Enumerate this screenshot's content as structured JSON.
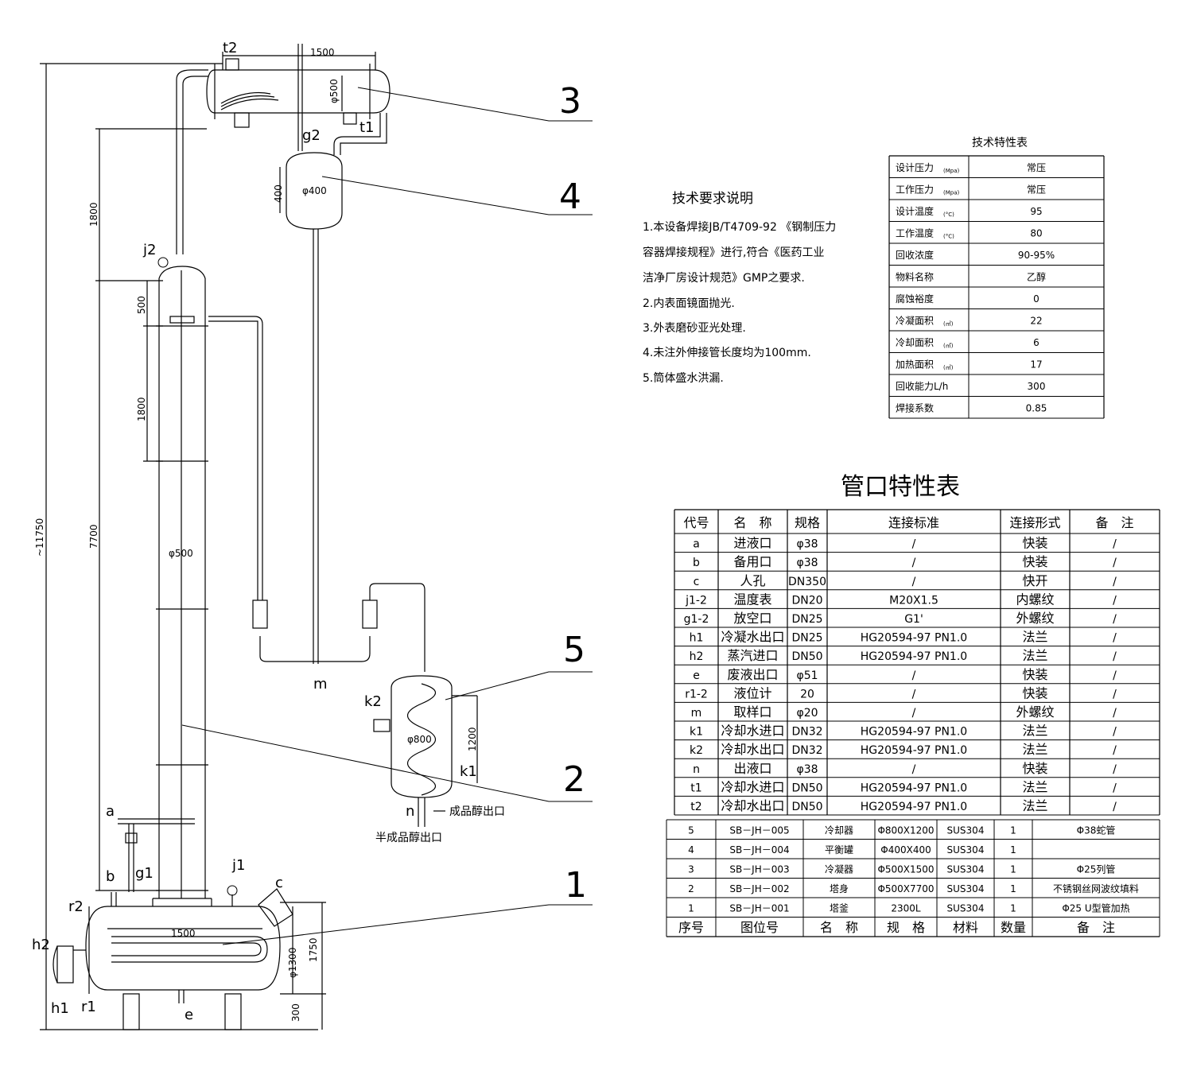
{
  "dims": {
    "overall_height": "~11750",
    "condenser_length": "1500",
    "condenser_dia": "φ500",
    "balance_tank_dia": "φ400",
    "balance_tank_height": "400",
    "column_dia": "φ500",
    "kettle_length": "1500",
    "kettle_dia": "φ1300",
    "kettle_height": "1750",
    "leg_height": "300",
    "cooler_dia": "φ800",
    "cooler_height": "1200",
    "d_1800_top": "1800",
    "d_500": "500",
    "d_1800_mid": "1800",
    "d_7700": "7700"
  },
  "nozzles": {
    "t2": "t2",
    "t1": "t1",
    "g2": "g2",
    "j2": "j2",
    "m": "m",
    "k2": "k2",
    "k1": "k1",
    "n": "n",
    "a": "a",
    "b": "b",
    "g1": "g1",
    "j1": "j1",
    "c": "c",
    "r2": "r2",
    "h2": "h2",
    "h1": "h1",
    "r1": "r1",
    "e": "e"
  },
  "outlet_labels": {
    "product": "成品醇出口",
    "semi_product": "半成品醇出口"
  },
  "callouts": [
    "1",
    "2",
    "3",
    "4",
    "5"
  ],
  "tech_requirements": {
    "title": "技术要求说明",
    "lines": [
      "1.本设备焊接JB/T4709-92 《钢制压力",
      "容器焊接规程》进行,符合《医药工业",
      "洁净厂房设计规范》GMP之要求.",
      "2.内表面镜面抛光.",
      "3.外表磨砂亚光处理.",
      "4.未注外伸接管长度均为100mm.",
      "5.筒体盛水洪漏."
    ]
  },
  "spec_table": {
    "title": "技术特性表",
    "rows": [
      {
        "name": "设计压力",
        "unit": "(Mpa)",
        "value": "常压"
      },
      {
        "name": "工作压力",
        "unit": "(Mpa)",
        "value": "常压"
      },
      {
        "name": "设计温度",
        "unit": "(°C)",
        "value": "95"
      },
      {
        "name": "工作温度",
        "unit": "(°C)",
        "value": "80"
      },
      {
        "name": "回收浓度",
        "unit": "",
        "value": "90-95%"
      },
      {
        "name": "物料名称",
        "unit": "",
        "value": "乙醇"
      },
      {
        "name": "腐蚀裕度",
        "unit": "",
        "value": "0"
      },
      {
        "name": "冷凝面积",
        "unit": "(㎡)",
        "value": "22"
      },
      {
        "name": "冷却面积",
        "unit": "(㎡)",
        "value": "6"
      },
      {
        "name": "加热面积",
        "unit": "(㎡)",
        "value": "17"
      },
      {
        "name": "回收能力L/h",
        "unit": "",
        "value": "300"
      },
      {
        "name": "焊接系数",
        "unit": "",
        "value": "0.85"
      }
    ]
  },
  "nozzle_table": {
    "title": "管口特性表",
    "headers": [
      "代号",
      "名　称",
      "规格",
      "连接标准",
      "连接形式",
      "备　注"
    ],
    "rows": [
      [
        "a",
        "进液口",
        "φ38",
        "/",
        "快装",
        "/"
      ],
      [
        "b",
        "备用口",
        "φ38",
        "/",
        "快装",
        "/"
      ],
      [
        "c",
        "人孔",
        "DN350",
        "/",
        "快开",
        "/"
      ],
      [
        "j1-2",
        "温度表",
        "DN20",
        "M20X1.5",
        "内螺纹",
        "/"
      ],
      [
        "g1-2",
        "放空口",
        "DN25",
        "G1'",
        "外螺纹",
        "/"
      ],
      [
        "h1",
        "冷凝水出口",
        "DN25",
        "HG20594-97 PN1.0",
        "法兰",
        "/"
      ],
      [
        "h2",
        "蒸汽进口",
        "DN50",
        "HG20594-97 PN1.0",
        "法兰",
        "/"
      ],
      [
        "e",
        "废液出口",
        "φ51",
        "/",
        "快装",
        "/"
      ],
      [
        "r1-2",
        "液位计",
        "20",
        "/",
        "快装",
        "/"
      ],
      [
        "m",
        "取样口",
        "φ20",
        "/",
        "外螺纹",
        "/"
      ],
      [
        "k1",
        "冷却水进口",
        "DN32",
        "HG20594-97 PN1.0",
        "法兰",
        "/"
      ],
      [
        "k2",
        "冷却水出口",
        "DN32",
        "HG20594-97 PN1.0",
        "法兰",
        "/"
      ],
      [
        "n",
        "出液口",
        "φ38",
        "/",
        "快装",
        "/"
      ],
      [
        "t1",
        "冷却水进口",
        "DN50",
        "HG20594-97 PN1.0",
        "法兰",
        "/"
      ],
      [
        "t2",
        "冷却水出口",
        "DN50",
        "HG20594-97 PN1.0",
        "法兰",
        "/"
      ]
    ]
  },
  "parts_list": {
    "headers": [
      "序号",
      "图位号",
      "名　称",
      "规　格",
      "材料",
      "数量",
      "备　注"
    ],
    "rows": [
      [
        "5",
        "SB－JH－005",
        "冷却器",
        "Φ800X1200",
        "SUS304",
        "1",
        "Φ38蛇管"
      ],
      [
        "4",
        "SB－JH－004",
        "平衡罐",
        "Φ400X400",
        "SUS304",
        "1",
        ""
      ],
      [
        "3",
        "SB－JH－003",
        "冷凝器",
        "Φ500X1500",
        "SUS304",
        "1",
        "Φ25列管"
      ],
      [
        "2",
        "SB－JH－002",
        "塔身",
        "Φ500X7700",
        "SUS304",
        "1",
        "不锈钢丝网波纹填料"
      ],
      [
        "1",
        "SB－JH－001",
        "塔釜",
        "2300L",
        "SUS304",
        "1",
        "Φ25 U型管加热"
      ]
    ]
  }
}
